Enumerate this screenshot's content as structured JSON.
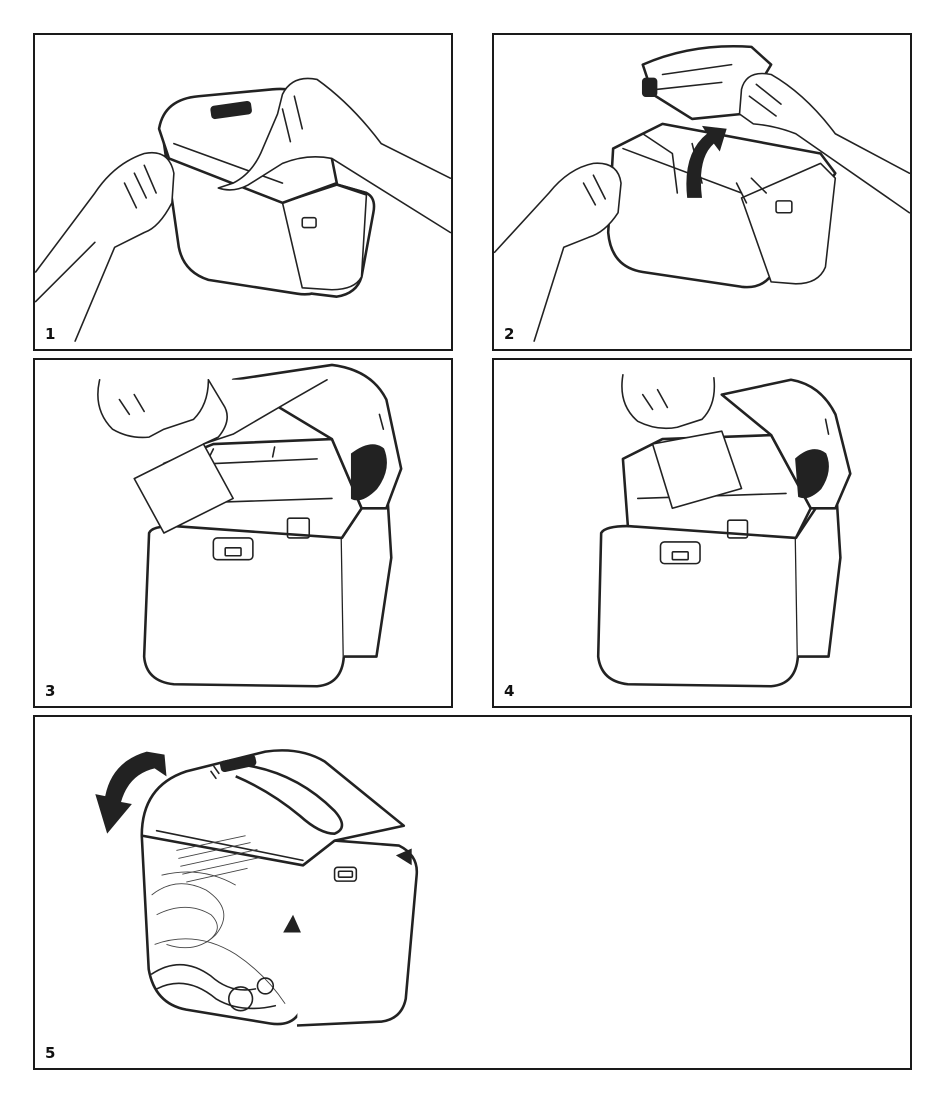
{
  "steps": [
    {
      "number": "1"
    },
    {
      "number": "2"
    },
    {
      "number": "3"
    },
    {
      "number": "4"
    },
    {
      "number": "5"
    }
  ],
  "colors": {
    "line": "#222222",
    "background": "#ffffff"
  },
  "icons": [
    "hand-icon",
    "printer-icon",
    "curved-arrow-icon",
    "triangle-marker-icon"
  ]
}
